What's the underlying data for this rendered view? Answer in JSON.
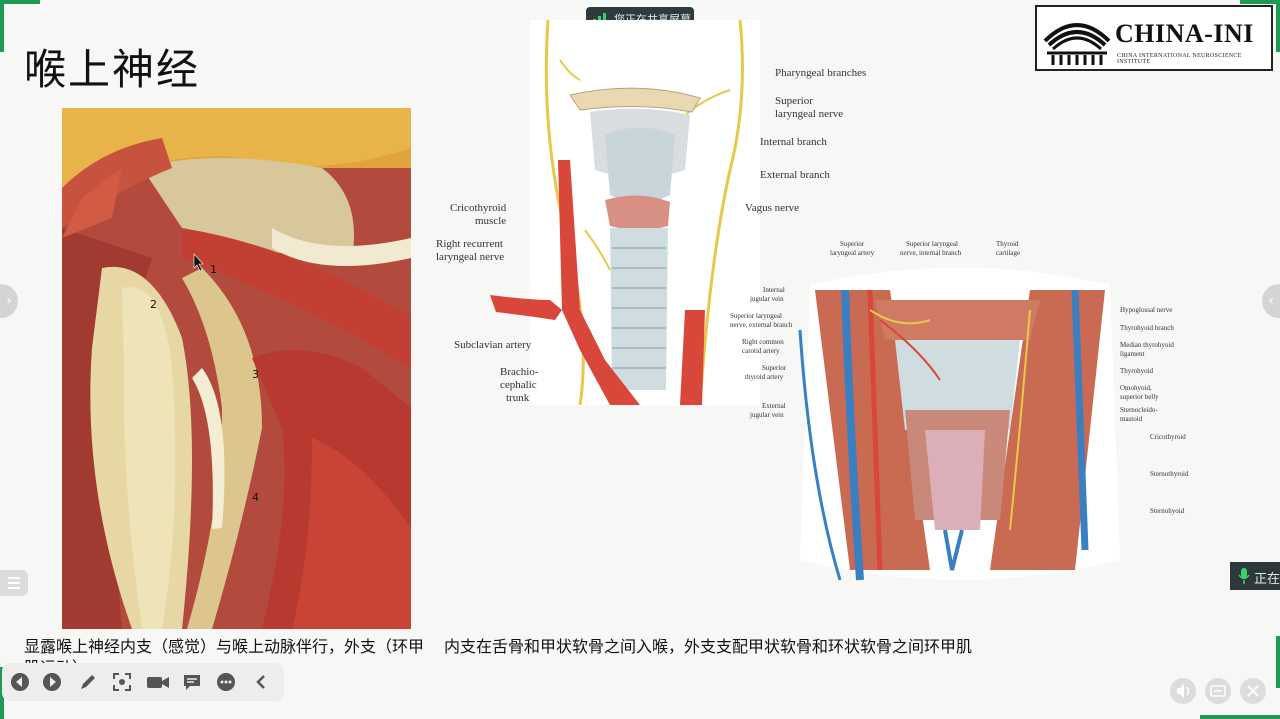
{
  "slide": {
    "title": "喉上神经",
    "caption_left": "显露喉上神经内支（感觉）与喉上动脉伴行，外支（环甲肌运动）",
    "caption_right": "内支在舌骨和甲状软骨之间入喉，外支支配甲状软骨和环状软骨之间环甲肌"
  },
  "share_indicator": {
    "text": "您正在共享屏幕"
  },
  "logo": {
    "main": "CHINA-INI",
    "sub": "CHINA INTERNATIONAL NEUROSCIENCE INSTITUTE"
  },
  "photo": {
    "markers": [
      "1",
      "2",
      "3",
      "4"
    ]
  },
  "figure1": {
    "labels": {
      "pharyngeal": "Pharyngeal branches",
      "superior_1": "Superior",
      "superior_2": "laryngeal nerve",
      "internal": "Internal branch",
      "external": "External branch",
      "vagus": "Vagus nerve",
      "cricothyroid_1": "Cricothyroid",
      "cricothyroid_2": "muscle",
      "recurrent_1": "Right recurrent",
      "recurrent_2": "laryngeal nerve",
      "subclavian": "Subclavian artery",
      "brachio_1": "Brachio-",
      "brachio_2": "cephalic",
      "brachio_3": "trunk"
    }
  },
  "figure2": {
    "labels": {
      "sup_lar_artery_1": "Superior",
      "sup_lar_artery_2": "laryngeal artery",
      "sup_lar_nerve_int_1": "Superior laryngeal",
      "sup_lar_nerve_int_2": "nerve, internal branch",
      "thyroid_cart_1": "Thyroid",
      "thyroid_cart_2": "cartilage",
      "int_jugular_1": "Internal",
      "int_jugular_2": "jugular vein",
      "sup_lar_nerve_ext_1": "Superior laryngeal",
      "sup_lar_nerve_ext_2": "nerve, external branch",
      "right_carotid_1": "Right common",
      "right_carotid_2": "carotid artery",
      "sup_thyroid_1": "Superior",
      "sup_thyroid_2": "thyroid artery",
      "ext_jugular_1": "External",
      "ext_jugular_2": "jugular vein",
      "hypoglossal": "Hypoglossal nerve",
      "thyrohyoid_branch": "Thyrohyoid branch",
      "median_1": "Median thyrohyoid",
      "median_2": "ligament",
      "thyrohyoid": "Thyrohyoid",
      "omohyoid_1": "Omohyoid,",
      "omohyoid_2": "superior belly",
      "scm_1": "Sternocleido-",
      "scm_2": "mastoid",
      "cricothyroid": "Cricothyroid",
      "sternothyroid": "Sternothyroid",
      "sternohyoid": "Sternohyoid"
    }
  },
  "mic_tab": {
    "text": "正在"
  },
  "colors": {
    "accent_green": "#1f9a54",
    "share_pill_bg": "#2e3a3e",
    "artery": "#d9473a",
    "nerve": "#e8c84a",
    "vein": "#3a7fc1"
  }
}
